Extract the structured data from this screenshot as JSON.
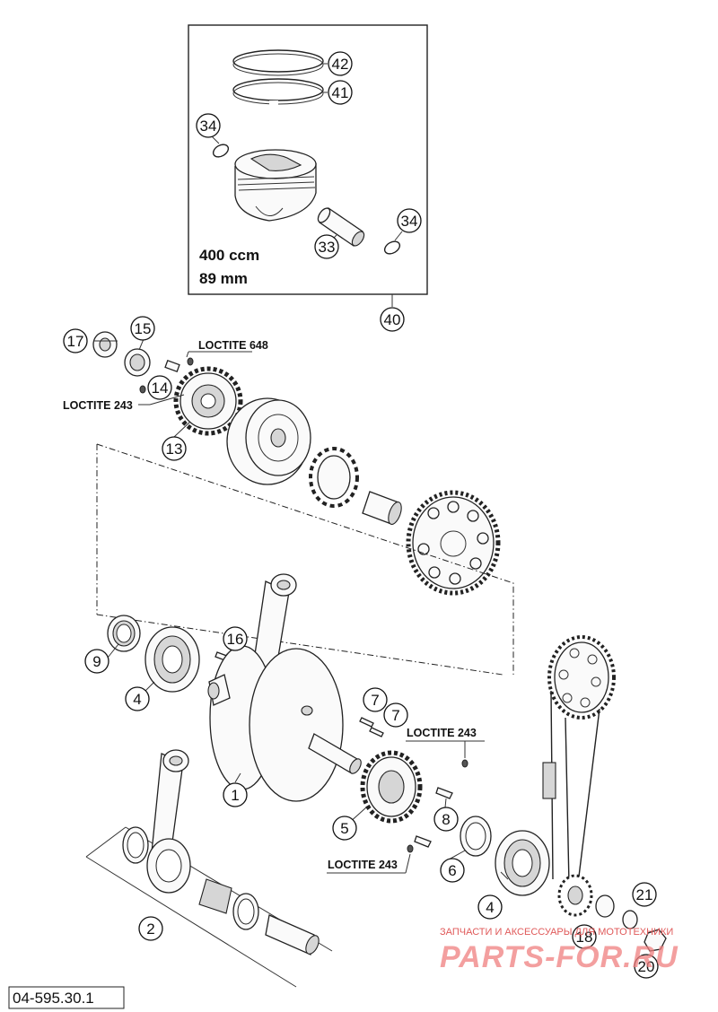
{
  "piston_box": {
    "displacement": "400 ccm",
    "bore": "89 mm"
  },
  "callouts": {
    "c1": "1",
    "c2": "2",
    "c4a": "4",
    "c4b": "4",
    "c5": "5",
    "c6": "6",
    "c7a": "7",
    "c7b": "7",
    "c8": "8",
    "c9": "9",
    "c13": "13",
    "c14": "14",
    "c15": "15",
    "c16": "16",
    "c17": "17",
    "c18": "18",
    "c20": "20",
    "c21": "21",
    "c33": "33",
    "c34a": "34",
    "c34b": "34",
    "c40": "40",
    "c41": "41",
    "c42": "42"
  },
  "notes": {
    "loctite_648": "LOCTITE 648",
    "loctite_243_a": "LOCTITE 243",
    "loctite_243_b": "LOCTITE 243",
    "loctite_243_c": "LOCTITE 243"
  },
  "reference_number": "04-595.30.1",
  "watermark": {
    "tagline": "ЗАПЧАСТИ И АКСЕССУАРЫ ДЛЯ МОТОТЕХНИКИ",
    "brand": "PARTS-FOR.RU"
  }
}
